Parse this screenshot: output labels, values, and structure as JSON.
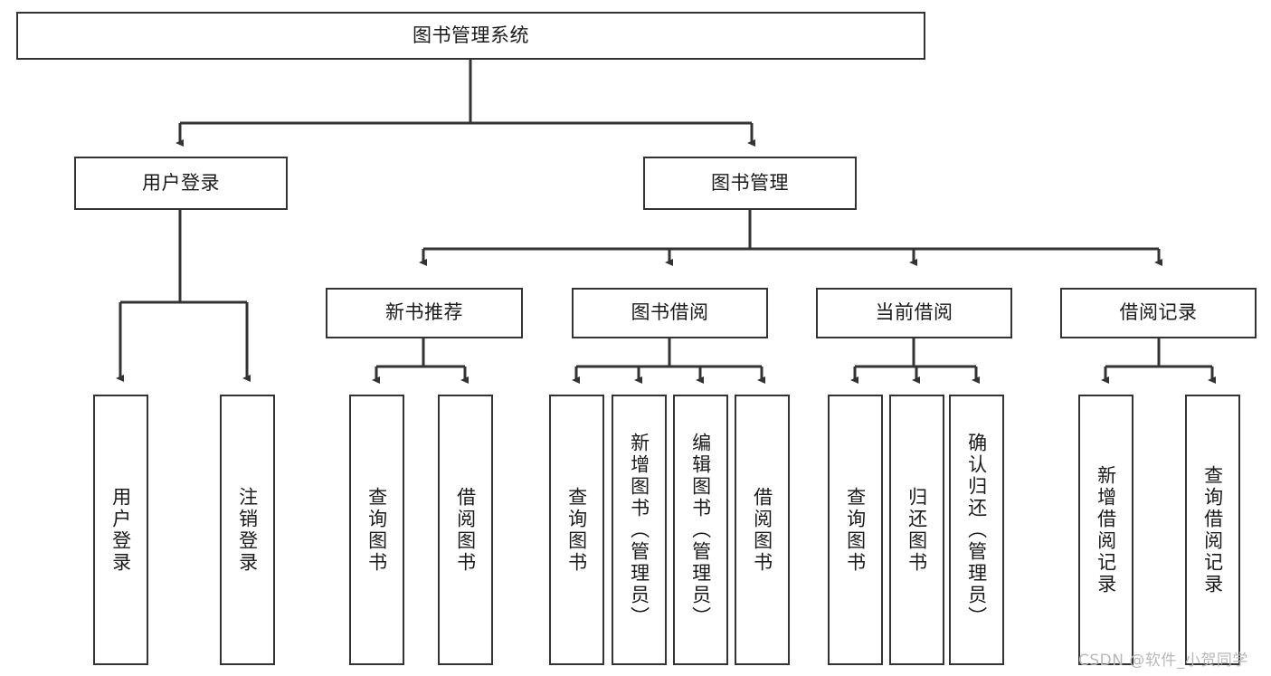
{
  "diagram": {
    "title": "图书管理系统",
    "type": "hierarchy-tree",
    "root": {
      "id": "root",
      "label": "图书管理系统"
    },
    "level1": [
      {
        "id": "user-login",
        "label": "用户登录"
      },
      {
        "id": "book-manage",
        "label": "图书管理"
      }
    ],
    "level2": [
      {
        "id": "new-book-recommend",
        "label": "新书推荐",
        "parent": "book-manage"
      },
      {
        "id": "book-borrow",
        "label": "图书借阅",
        "parent": "book-manage"
      },
      {
        "id": "current-borrow",
        "label": "当前借阅",
        "parent": "book-manage"
      },
      {
        "id": "borrow-record",
        "label": "借阅记录",
        "parent": "book-manage"
      }
    ],
    "leaves": [
      {
        "id": "leaf-user-login",
        "label": "用户登录",
        "parent": "user-login"
      },
      {
        "id": "leaf-user-logout",
        "label": "注销登录",
        "parent": "user-login"
      },
      {
        "id": "leaf-query-book-1",
        "label": "查询图书",
        "parent": "new-book-recommend"
      },
      {
        "id": "leaf-borrow-book-1",
        "label": "借阅图书",
        "parent": "new-book-recommend"
      },
      {
        "id": "leaf-query-book-2",
        "label": "查询图书",
        "parent": "book-borrow"
      },
      {
        "id": "leaf-add-book",
        "label": "新增图书（管理员）",
        "parent": "book-borrow"
      },
      {
        "id": "leaf-edit-book",
        "label": "编辑图书（管理员）",
        "parent": "book-borrow"
      },
      {
        "id": "leaf-borrow-book-2",
        "label": "借阅图书",
        "parent": "book-borrow"
      },
      {
        "id": "leaf-query-book-3",
        "label": "查询图书",
        "parent": "current-borrow"
      },
      {
        "id": "leaf-return-book",
        "label": "归还图书",
        "parent": "current-borrow"
      },
      {
        "id": "leaf-confirm-return",
        "label": "确认归还（管理员）",
        "parent": "current-borrow"
      },
      {
        "id": "leaf-add-record",
        "label": "新增借阅记录",
        "parent": "borrow-record"
      },
      {
        "id": "leaf-query-record",
        "label": "查询借阅记录",
        "parent": "borrow-record"
      }
    ],
    "colors": {
      "stroke": "#333333",
      "fill": "#ffffff",
      "text": "#1a1a1a",
      "watermark": "#b8b8b8"
    }
  },
  "watermark": {
    "text": "CSDN @软件_小贺同学"
  }
}
